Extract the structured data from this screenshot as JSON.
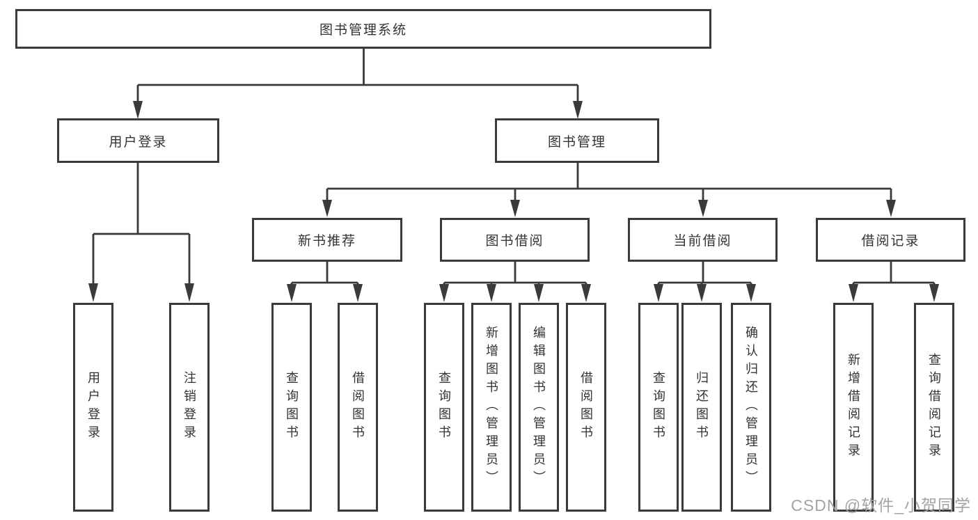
{
  "nodes": {
    "root": {
      "label": "图书管理系统"
    },
    "user_login": {
      "label": "用户登录"
    },
    "book_mgmt": {
      "label": "图书管理"
    },
    "new_book_rec": {
      "label": "新书推荐"
    },
    "book_borrow": {
      "label": "图书借阅"
    },
    "current_borrow": {
      "label": "当前借阅"
    },
    "borrow_records": {
      "label": "借阅记录"
    }
  },
  "leaves": [
    "用户登录",
    "注销登录",
    "查询图书",
    "借阅图书",
    "查询图书",
    "新增图书（管理员）",
    "编辑图书（管理员）",
    "借阅图书",
    "查询图书",
    "归还图书",
    "确认归还（管理员）",
    "新增借阅记录",
    "查询借阅记录"
  ],
  "watermark": "CSDN @软件_小贺同学",
  "colors": {
    "line": "#3a3a3a",
    "text": "#333333",
    "watermark": "#a3a3a7",
    "background": "#ffffff"
  }
}
